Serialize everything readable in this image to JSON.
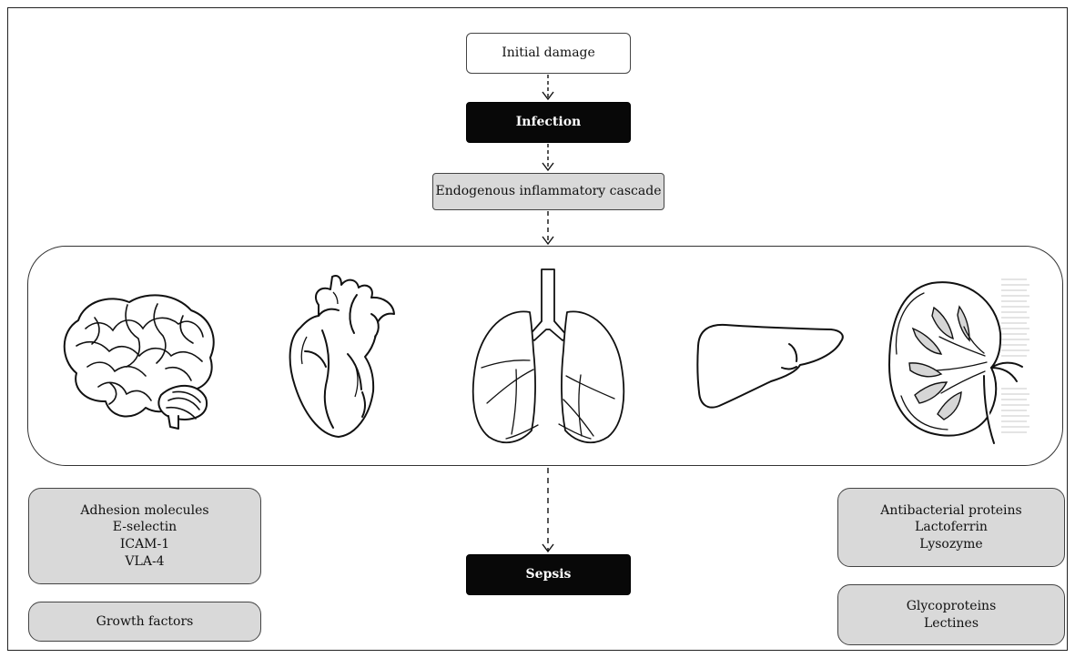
{
  "flow": {
    "initial_damage": "Initial damage",
    "infection": "Infection",
    "cascade": "Endogenous inflammatory cascade",
    "sepsis": "Sepsis"
  },
  "organs": [
    {
      "name": "brain"
    },
    {
      "name": "heart"
    },
    {
      "name": "lungs"
    },
    {
      "name": "liver"
    },
    {
      "name": "kidney"
    }
  ],
  "left_boxes": {
    "adhesion": [
      "Adhesion molecules",
      "E-selectin",
      "ICAM-1",
      "VLA-4"
    ],
    "growth": "Growth factors"
  },
  "right_boxes": {
    "antibacterial": [
      "Antibacterial proteins",
      "Lactoferrin",
      "Lysozyme"
    ],
    "glyco": [
      "Glycoproteins",
      "Lectines"
    ]
  },
  "colors": {
    "black_node": "#080808",
    "gray_box": "#d9d9d9",
    "outline": "#333333"
  }
}
